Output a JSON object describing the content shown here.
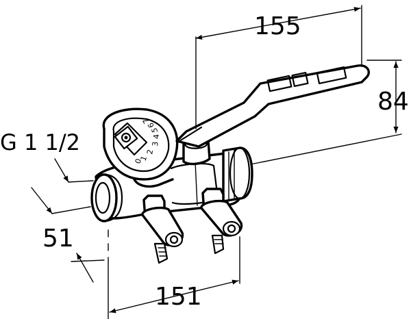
{
  "drawing": {
    "thread_label": "G 1 1/2",
    "dimensions": {
      "lever_length": "155",
      "lever_height": "84",
      "body_offset": "51",
      "body_length": "151"
    },
    "gauge_scale": [
      "0",
      "1",
      "2",
      "3",
      "4",
      "5",
      "6",
      "7"
    ]
  }
}
